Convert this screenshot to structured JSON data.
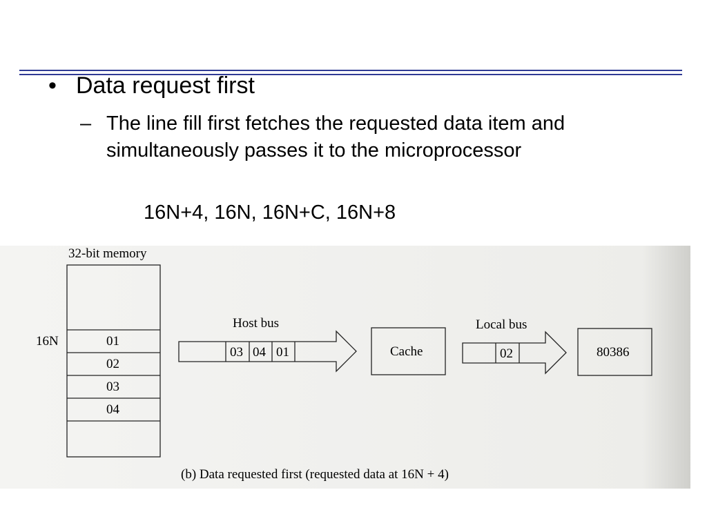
{
  "slide": {
    "bullet_marker": "•",
    "bullet": "Data request first",
    "sub_marker": "–",
    "sub_text": "The line fill first fetches the requested data item and simultaneously passes it to the microprocessor",
    "sequence": "16N+4, 16N, 16N+C, 16N+8"
  },
  "figure": {
    "memory_title": "32-bit memory",
    "row_label": "16N",
    "memory_cells": [
      "01",
      "02",
      "03",
      "04"
    ],
    "host_bus_label": "Host bus",
    "host_bus_cells": [
      "03",
      "04",
      "01"
    ],
    "cache_label": "Cache",
    "local_bus_label": "Local bus",
    "local_bus_cells": [
      "02"
    ],
    "cpu_label": "80386",
    "caption": "(b) Data requested first (requested data at 16N + 4)"
  },
  "colors": {
    "rule": "#2f3a94",
    "paper": "#f1f1ee"
  }
}
